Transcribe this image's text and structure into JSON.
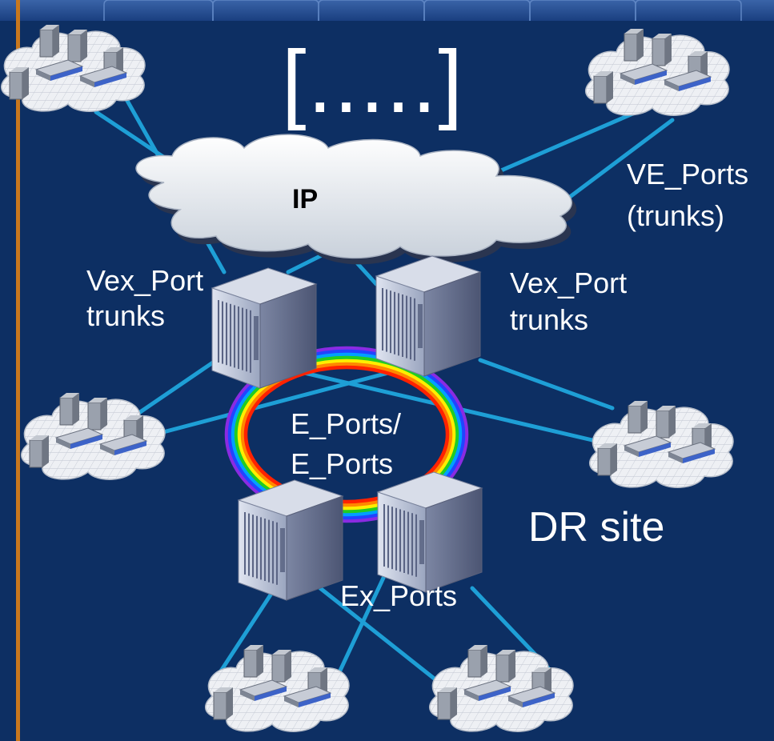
{
  "diagram": {
    "placeholder_text": "[.....]",
    "ip_cloud_label": "IP",
    "ve_ports_label": "VE_Ports",
    "ve_ports_sublabel": "(trunks)",
    "vex_port_left_label": "Vex_Port",
    "vex_port_left_sublabel": "trunks",
    "vex_port_right_label": "Vex_Port",
    "vex_port_right_sublabel": "trunks",
    "e_ports_label": "E_Ports/",
    "e_ports_sublabel": "E_Ports",
    "dr_site_label": "DR site",
    "ex_ports_label": "Ex_Ports"
  },
  "colors": {
    "background": "#0d2f63",
    "link": "#1e9fd6",
    "left_bar": "#c8781e",
    "ring": [
      "#8a2be2",
      "#2244ff",
      "#00a0ff",
      "#22cc22",
      "#ffee00",
      "#ff8800",
      "#ff2200"
    ]
  },
  "icons": [
    "network-cloud-icon",
    "ip-cloud-icon",
    "switch-chassis-icon"
  ]
}
